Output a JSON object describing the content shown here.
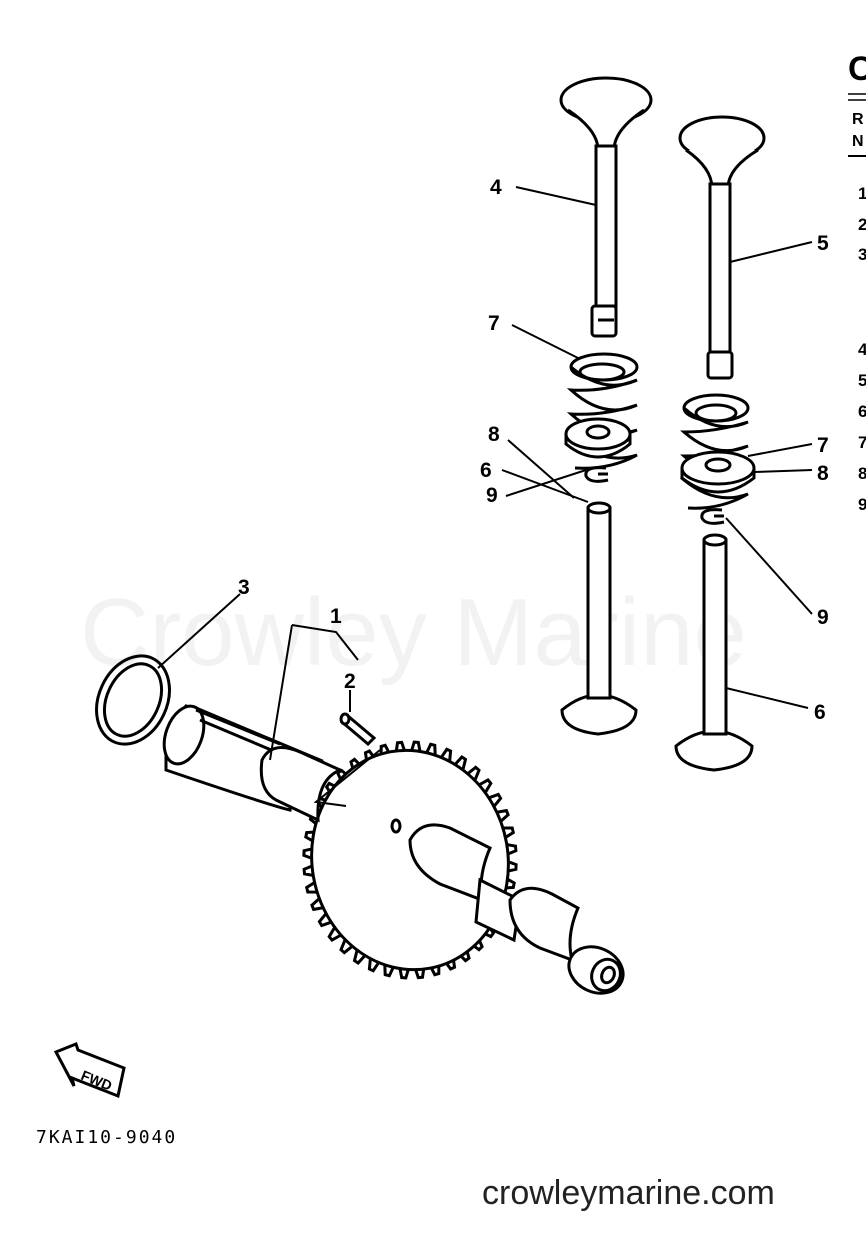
{
  "diagram": {
    "callouts": {
      "c1": "1",
      "c2": "2",
      "c3": "3",
      "c4": "4",
      "c5": "5",
      "c6a": "6",
      "c6b": "6",
      "c7a": "7",
      "c7b": "7",
      "c8a": "8",
      "c8b": "8",
      "c9a": "9",
      "c9b": "9"
    },
    "fwd_label": "FWD",
    "drawing_code": "7KAI10-9040"
  },
  "parts_list_edge": {
    "title_fragment": "C",
    "header_r": "R",
    "header_n": "N",
    "ref_digits": [
      "1",
      "2",
      "3",
      "4",
      "5",
      "6",
      "7",
      "8",
      "9"
    ]
  },
  "watermark": "Crowley Marine",
  "site_url": "crowleymarine.com"
}
